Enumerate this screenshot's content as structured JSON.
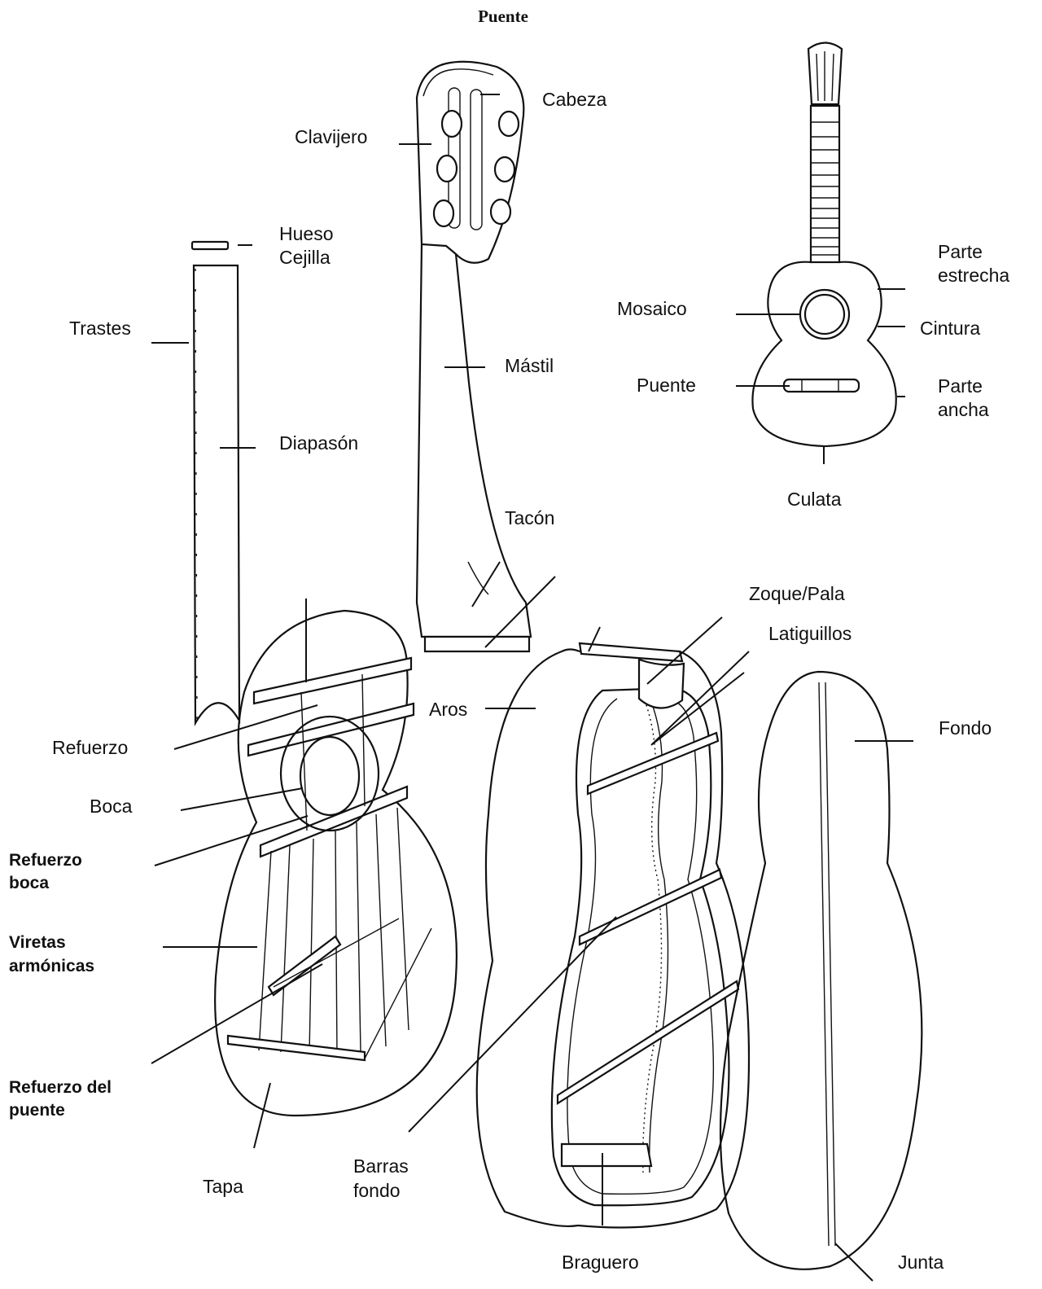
{
  "title": "Puente",
  "labels": {
    "cabeza": "Cabeza",
    "clavijero": "Clavijero",
    "hueso": "Hueso",
    "cejilla": "Cejilla",
    "trastes": "Trastes",
    "mastil": "Mástil",
    "diapason": "Diapasón",
    "tacon": "Tacón",
    "parte_estrecha_1": "Parte",
    "parte_estrecha_2": "estrecha",
    "mosaico": "Mosaico",
    "cintura": "Cintura",
    "puente": "Puente",
    "parte_ancha_1": "Parte",
    "parte_ancha_2": "ancha",
    "culata": "Culata",
    "zoque": "Zoque/Pala",
    "latiguillos": "Latiguillos",
    "aros": "Aros",
    "fondo": "Fondo",
    "refuerzo": "Refuerzo",
    "boca": "Boca",
    "refuerzo_boca_1": "Refuerzo",
    "refuerzo_boca_2": "boca",
    "viretas_1": "Viretas",
    "viretas_2": "armónicas",
    "refuerzo_puente_1": "Refuerzo del",
    "refuerzo_puente_2": "puente",
    "tapa": "Tapa",
    "barras_fondo_1": "Barras",
    "barras_fondo_2": "fondo",
    "braguero": "Braguero",
    "junta": "Junta"
  }
}
